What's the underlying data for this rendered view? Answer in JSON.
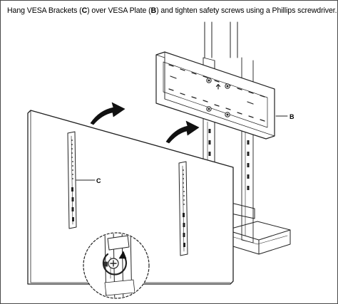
{
  "instruction": {
    "t1": "Hang VESA Brackets (",
    "b1": "C",
    "t2": ") over VESA Plate (",
    "b2": "B",
    "t3": ") and tighten safety screws using a Phillips screwdriver."
  },
  "callouts": {
    "plate": "B",
    "bracket": "C"
  },
  "icons": {
    "rotate_arrow": "clockwise-arrow-icon",
    "screw": "phillips-screw-icon"
  }
}
